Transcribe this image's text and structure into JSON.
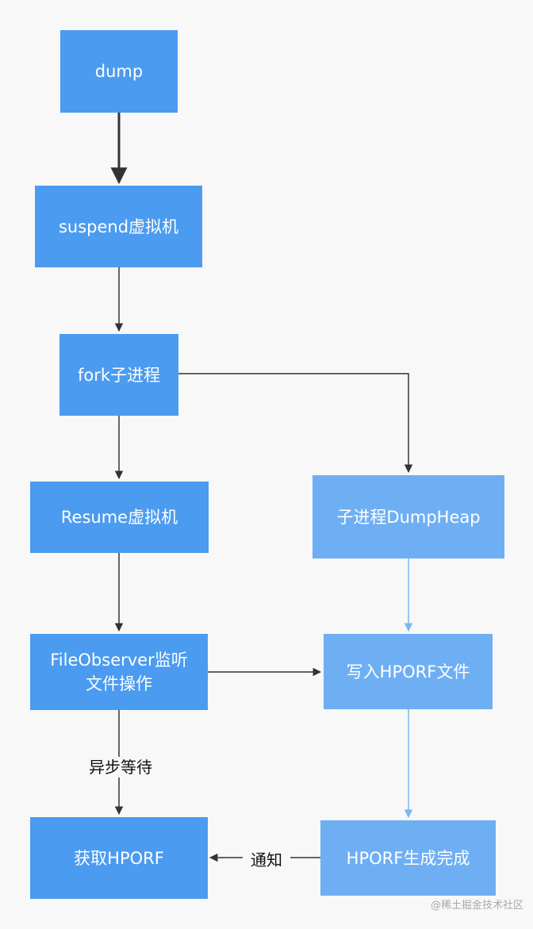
{
  "nodes": {
    "dump": "dump",
    "suspend": "suspend虚拟机",
    "fork": "fork子进程",
    "resume": "Resume虚拟机",
    "child_dump": "子进程DumpHeap",
    "file_observer": "FileObserver监听\n文件操作",
    "write_hprof": "写入HPORF文件",
    "get_hprof": "获取HPORF",
    "hprof_done": "HPORF生成完成"
  },
  "edge_labels": {
    "async_wait": "异步等待",
    "notify": "通知"
  },
  "watermark": "@稀土掘金技术社区",
  "colors": {
    "primary_box": "#4b9bf0",
    "secondary_box": "#6eaff4",
    "primary_arrow": "#333333",
    "secondary_arrow": "#7ab6f2"
  }
}
